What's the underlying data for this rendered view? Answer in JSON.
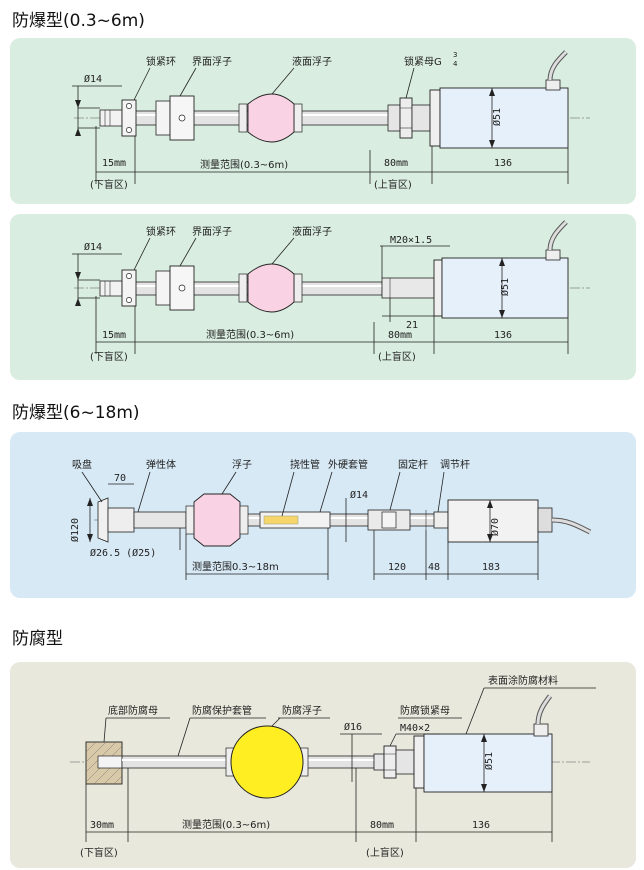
{
  "sections": {
    "s1_title": "防爆型(0.3~6m)",
    "s2_title": "防爆型(6~18m)",
    "s3_title": "防腐型"
  },
  "d1": {
    "phi14": "Ø14",
    "lock_ring": "锁紧环",
    "interface_float": "界面浮子",
    "liquid_float": "液面浮子",
    "lock_nut": "锁紧母G",
    "lock_nut_frac_top": "3",
    "lock_nut_frac_bot": "4",
    "phi51": "Ø51",
    "dim_15": "15mm",
    "range": "测量范围(0.3~6m)",
    "dim_80": "80mm",
    "dim_136": "136",
    "lower_blind": "(下盲区)",
    "upper_blind": "(上盲区)"
  },
  "d2": {
    "phi14": "Ø14",
    "lock_ring": "锁紧环",
    "interface_float": "界面浮子",
    "liquid_float": "液面浮子",
    "thread": "M20×1.5",
    "phi51": "Ø51",
    "dim_15": "15mm",
    "range": "测量范围(0.3~6m)",
    "dim_80": "80mm",
    "dim_136": "136",
    "dim_21": "21",
    "lower_blind": "(下盲区)",
    "upper_blind": "(上盲区)"
  },
  "d3": {
    "suction": "吸盘",
    "dim_70": "70",
    "elastic": "弹性体",
    "float": "浮子",
    "flex_tube": "挠性管",
    "hard_sleeve": "外硬套管",
    "fixed_rod": "固定杆",
    "adjust_rod": "调节杆",
    "phi120": "Ø120",
    "phi14": "Ø14",
    "phi70": "Ø70",
    "phi26": "Ø26.5 (Ø25)",
    "range": "测量范围0.3~18m",
    "dim_120": "120",
    "dim_48": "48",
    "dim_183": "183"
  },
  "d4": {
    "surface_coat": "表面涂防腐材料",
    "bottom_nut": "底部防腐母",
    "protect_sleeve": "防腐保护套管",
    "anti_float": "防腐浮子",
    "anti_lock_nut": "防腐锁紧母",
    "phi16": "Ø16",
    "thread": "M40×2",
    "phi51": "Ø51",
    "dim_30": "30mm",
    "range": "测量范围(0.3~6m)",
    "dim_80": "80mm",
    "dim_136": "136",
    "lower_blind": "(下盲区)",
    "upper_blind": "(上盲区)"
  },
  "colors": {
    "green_panel": "#d9ede0",
    "blue_panel": "#d7e9f5",
    "beige_panel": "#e9e8dd",
    "float_pink": "#f9d3e3",
    "float_yellow": "#ffee22",
    "housing_blue": "#e6f0fb"
  }
}
